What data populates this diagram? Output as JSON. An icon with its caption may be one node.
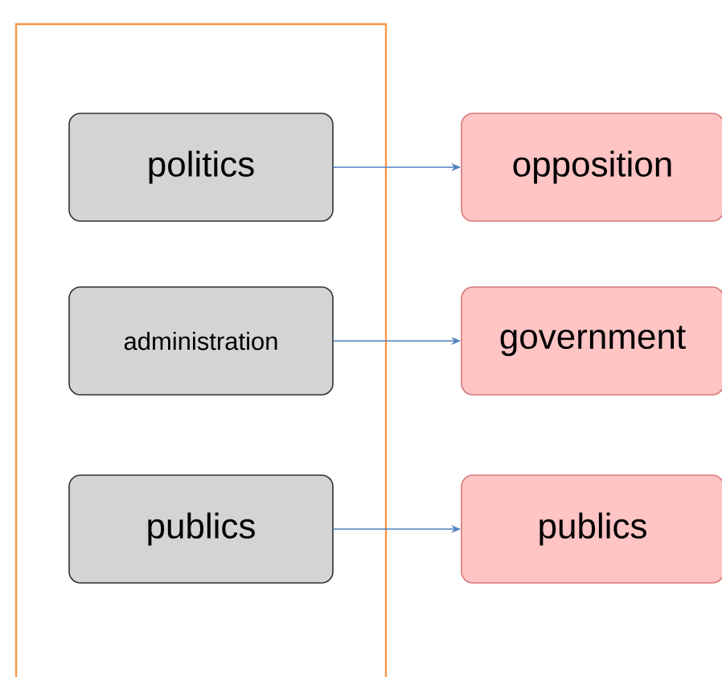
{
  "diagram": {
    "nodes": [
      {
        "text": [],
        "shape": "box"
      },
      {
        "text": [
          "politics"
        ],
        "in": 0
      },
      {
        "text": [
          "opposition"
        ]
      },
      {
        "text": [
          "administration"
        ],
        "in": 0
      },
      {
        "text": [
          "government"
        ]
      },
      {
        "text": [
          "publics"
        ],
        "in": 0
      },
      {
        "text": [
          "publics"
        ]
      }
    ],
    "edges": [
      {
        "from": 1,
        "to": 2,
        "arrow": "to"
      },
      {
        "from": 3,
        "to": 4,
        "arrow": "to"
      },
      {
        "from": 5,
        "to": 6,
        "arrow": "to"
      }
    ]
  }
}
